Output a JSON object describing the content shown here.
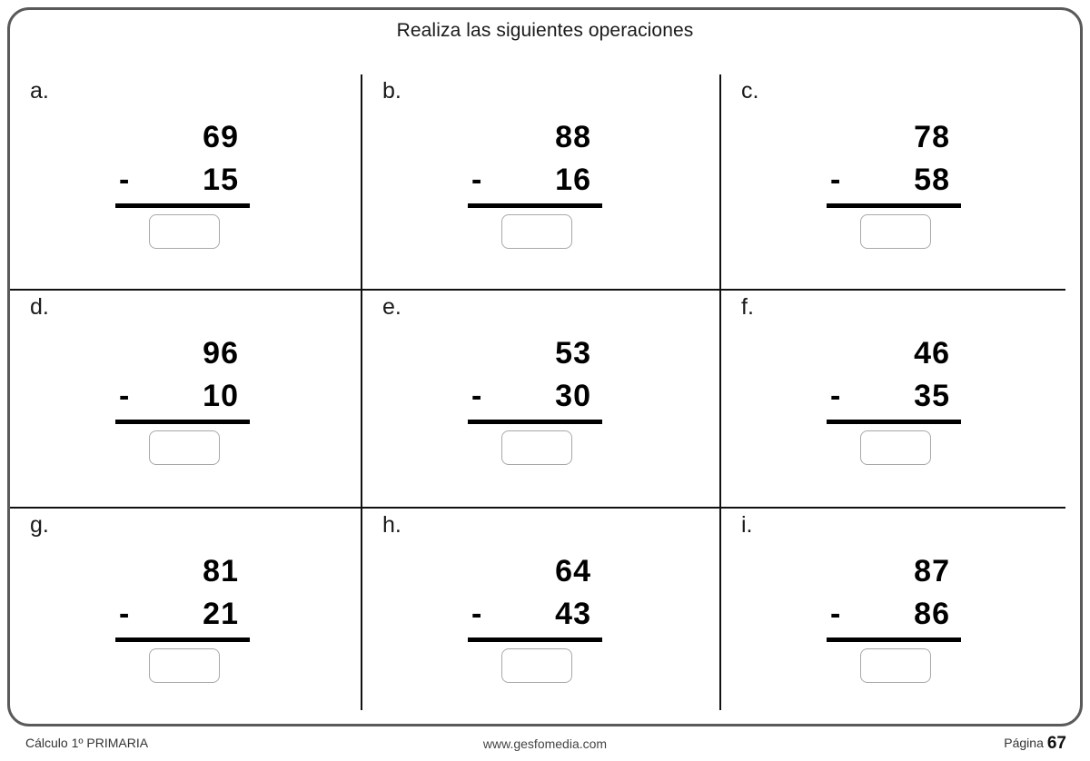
{
  "worksheet": {
    "title": "Realiza las siguientes operaciones",
    "operator_sign": "-",
    "answer_placeholder": "",
    "columns": 3,
    "rows": 3
  },
  "problems": [
    {
      "label": "a.",
      "minuend": "69",
      "subtrahend": "15",
      "operator": "-",
      "answer": ""
    },
    {
      "label": "b.",
      "minuend": "88",
      "subtrahend": "16",
      "operator": "-",
      "answer": ""
    },
    {
      "label": "c.",
      "minuend": "78",
      "subtrahend": "58",
      "operator": "-",
      "answer": ""
    },
    {
      "label": "d.",
      "minuend": "96",
      "subtrahend": "10",
      "operator": "-",
      "answer": ""
    },
    {
      "label": "e.",
      "minuend": "53",
      "subtrahend": "30",
      "operator": "-",
      "answer": ""
    },
    {
      "label": "f.",
      "minuend": "46",
      "subtrahend": "35",
      "operator": "-",
      "answer": ""
    },
    {
      "label": "g.",
      "minuend": "81",
      "subtrahend": "21",
      "operator": "-",
      "answer": ""
    },
    {
      "label": "h.",
      "minuend": "64",
      "subtrahend": "43",
      "operator": "-",
      "answer": ""
    },
    {
      "label": "i.",
      "minuend": "87",
      "subtrahend": "86",
      "operator": "-",
      "answer": ""
    }
  ],
  "footer": {
    "left": "Cálculo 1º PRIMARIA",
    "center": "www.gesfomedia.com",
    "page_label": "Página",
    "page_number": "67"
  },
  "colors": {
    "frame_border": "#5a5a5a",
    "grid_line": "#111111",
    "rule_line": "#000000",
    "answer_box_border": "#a8a8a8",
    "text": "#1a1a1a",
    "page_background": "#ffffff"
  }
}
